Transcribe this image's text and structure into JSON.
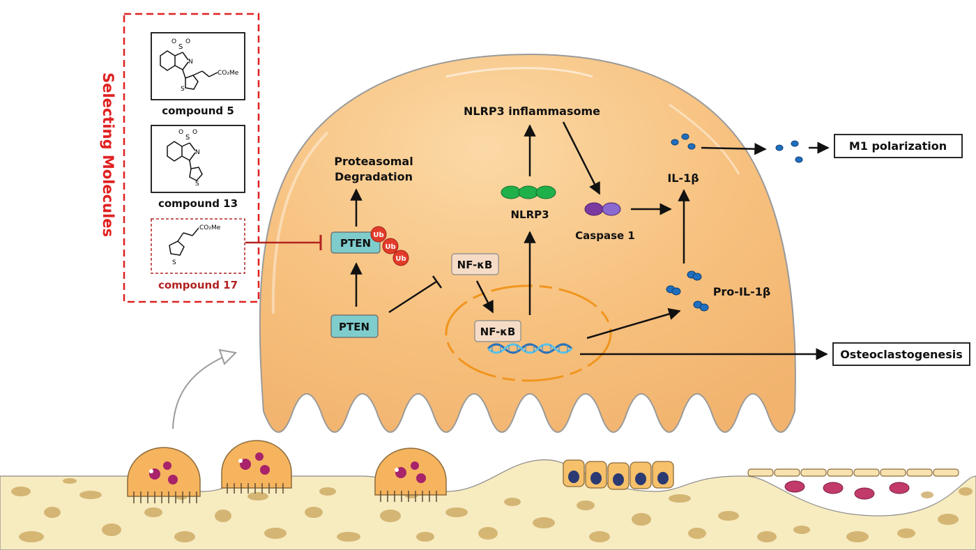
{
  "selection": {
    "heading": "Selecting Molecules",
    "compounds": [
      {
        "name": "compound 5",
        "substituent": "CO₂Me"
      },
      {
        "name": "compound 13"
      },
      {
        "name": "compound 17",
        "substituent": "CO₂Me"
      }
    ],
    "sulfonyl_atoms": {
      "s": "S",
      "o": "O",
      "n": "N"
    }
  },
  "pathway": {
    "proteasomal_degradation_line1": "Proteasomal",
    "proteasomal_degradation_line2": "Degradation",
    "pten_ub": "PTEN",
    "ub": "Ub",
    "pten": "PTEN",
    "nfkb_cytoplasm": "NF-κB",
    "nfkb_nucleus": "NF-κB",
    "nlrp3_inflammasome": "NLRP3 inflammasome",
    "nlrp3": "NLRP3",
    "caspase1": "Caspase 1",
    "il1b": "IL-1β",
    "pro_il1b": "Pro-IL-1β",
    "m1_polarization": "M1 polarization",
    "osteoclastogenesis": "Osteoclastogenesis"
  },
  "colors": {
    "cell_fill": "#f7c17f",
    "cell_stroke": "#9a9a9a",
    "pten_box": "#7fcccc",
    "nfkb_box": "#f6dcc6",
    "nucleus_dash": "#f0951e",
    "selection_red": "#e02020",
    "inhibit_red": "#b22222",
    "ub_red": "#e23b2a",
    "nlrp3_green": "#20b04a",
    "caspase_purple": "#7a3aa0",
    "il1b_blue": "#1f6fbf",
    "bone": "#f7ebc0",
    "bone_spot": "#c9a45a"
  }
}
